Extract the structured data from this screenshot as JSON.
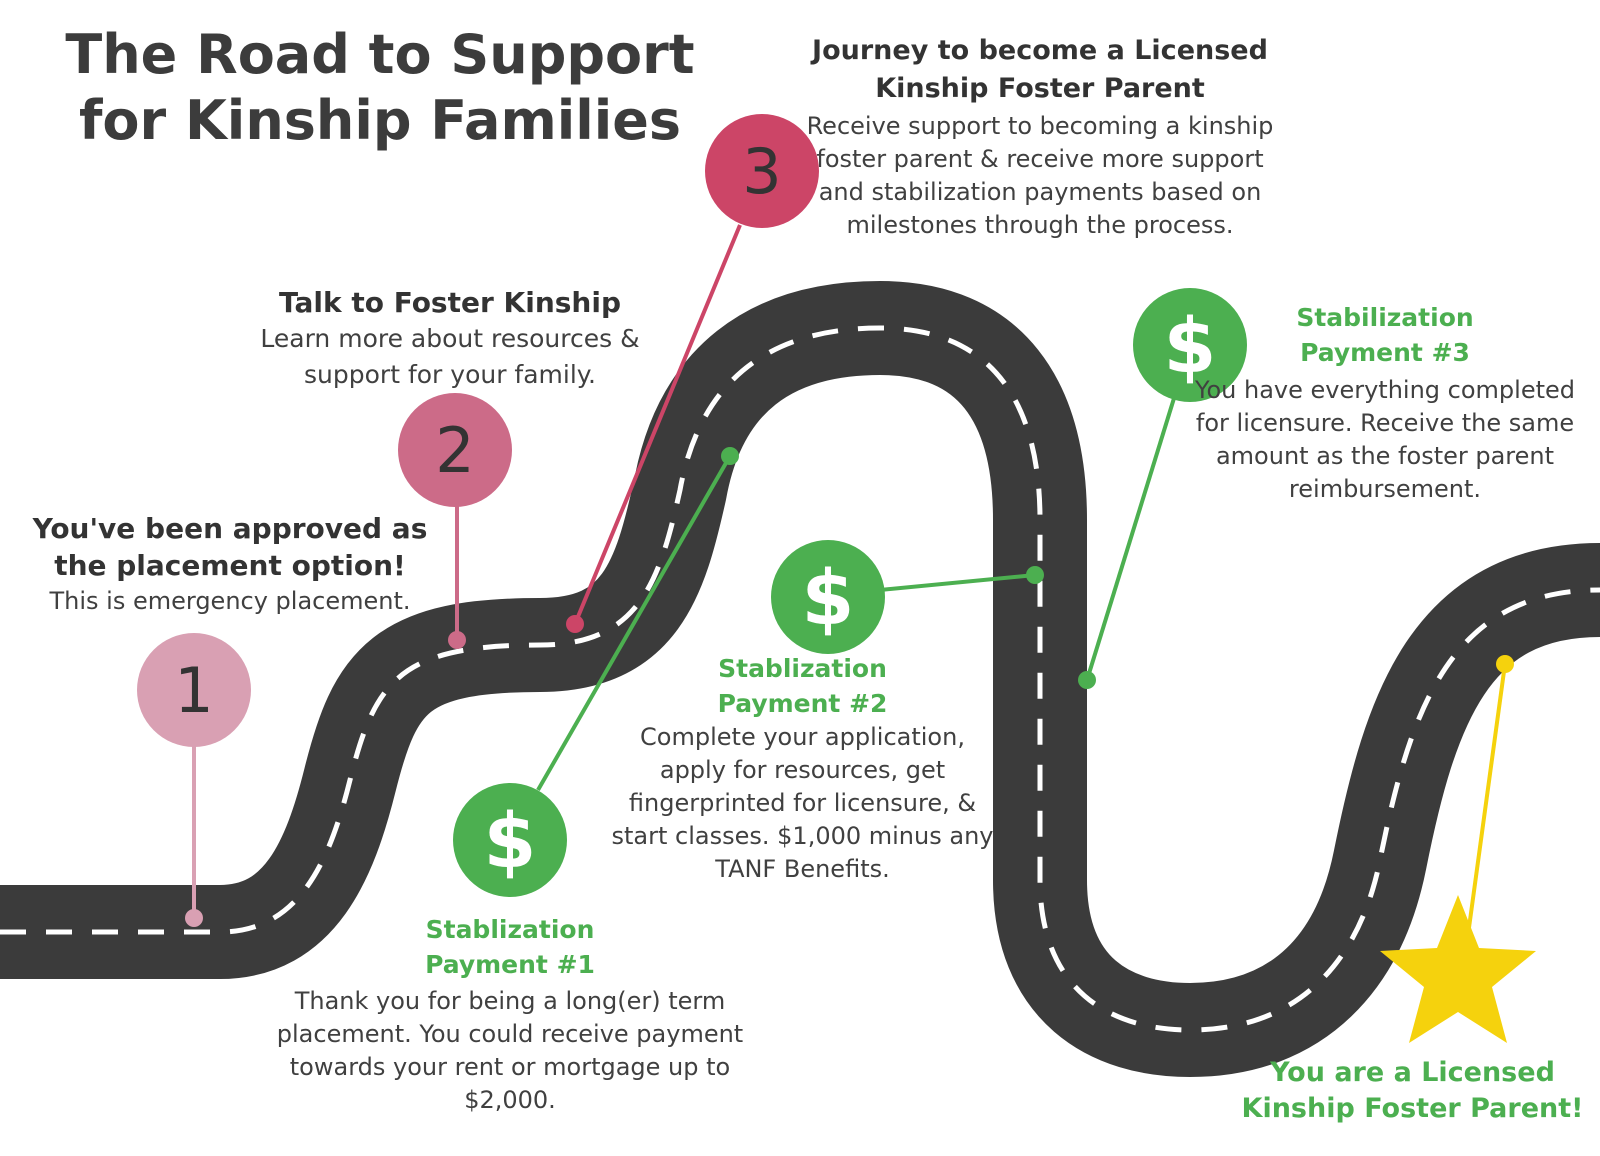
{
  "title": "The Road to Support for Kinship Families",
  "colors": {
    "road": "#3b3b3b",
    "dash": "#ffffff",
    "step1": "#d9a0b3",
    "step2": "#cc6b88",
    "step3": "#cc4567",
    "green": "#4caf50",
    "green_text": "#4caf50",
    "star": "#f5d20d"
  },
  "steps": [
    {
      "number": "1",
      "title": "You've been approved as the placement option!",
      "text": "This is emergency placement."
    },
    {
      "number": "2",
      "title": "Talk to Foster Kinship",
      "text": "Learn more about resources & support for your family."
    },
    {
      "number": "3",
      "title": "Journey to become a Licensed Kinship Foster Parent",
      "text": "Receive support to becoming a kinship foster parent & receive more support and stabilization payments based on milestones through the process."
    }
  ],
  "payments": [
    {
      "icon": "dollar-icon",
      "symbol": "$",
      "title": "Stablization Payment #1",
      "text": "Thank you for being a long(er) term placement. You could receive payment towards your rent or mortgage up to $2,000."
    },
    {
      "icon": "dollar-icon",
      "symbol": "$",
      "title": "Stablization Payment #2",
      "text": "Complete your application, apply for resources, get fingerprinted for licensure, & start classes. $1,000 minus any TANF Benefits."
    },
    {
      "icon": "dollar-icon",
      "symbol": "$",
      "title": "Stabilization Payment #3",
      "text": "You have everything completed for licensure. Receive the same amount as the foster parent reimbursement."
    }
  ],
  "goal": {
    "icon": "star-icon",
    "text": "You are a Licensed Kinship Foster Parent!"
  }
}
